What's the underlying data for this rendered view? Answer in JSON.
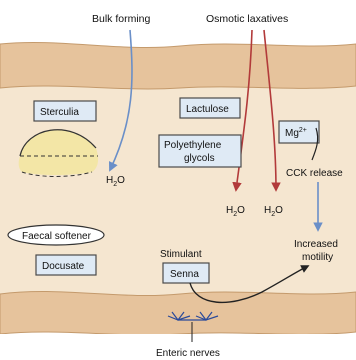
{
  "labels": {
    "bulk_forming": "Bulk forming",
    "osmotic_laxatives": "Osmotic laxatives",
    "sterculia": "Sterculia",
    "lactulose": "Lactulose",
    "polyethylene": "Polyethylene",
    "glycols": "glycols",
    "mg": "Mg",
    "mg_sup": "2+",
    "cck_release": "CCK release",
    "h2o_1": "H",
    "h2o_2": "H",
    "h2o_3": "H",
    "h2o_o": "O",
    "h2o_sub": "2",
    "faecal_softener": "Faecal softener",
    "docusate": "Docusate",
    "stimulant": "Stimulant",
    "senna": "Senna",
    "increased": "Increased",
    "motility": "motility",
    "enteric_nerves": "Enteric nerves"
  },
  "colors": {
    "gut_wall": "#e6c39c",
    "lumen": "#f5e6d0",
    "box_fill": "#dfeaf5",
    "box_stroke": "#4a4a4a",
    "blue_arrow": "#6a8fc8",
    "red_arrow": "#b23a3a",
    "stool_fill": "#f3e6a6"
  }
}
